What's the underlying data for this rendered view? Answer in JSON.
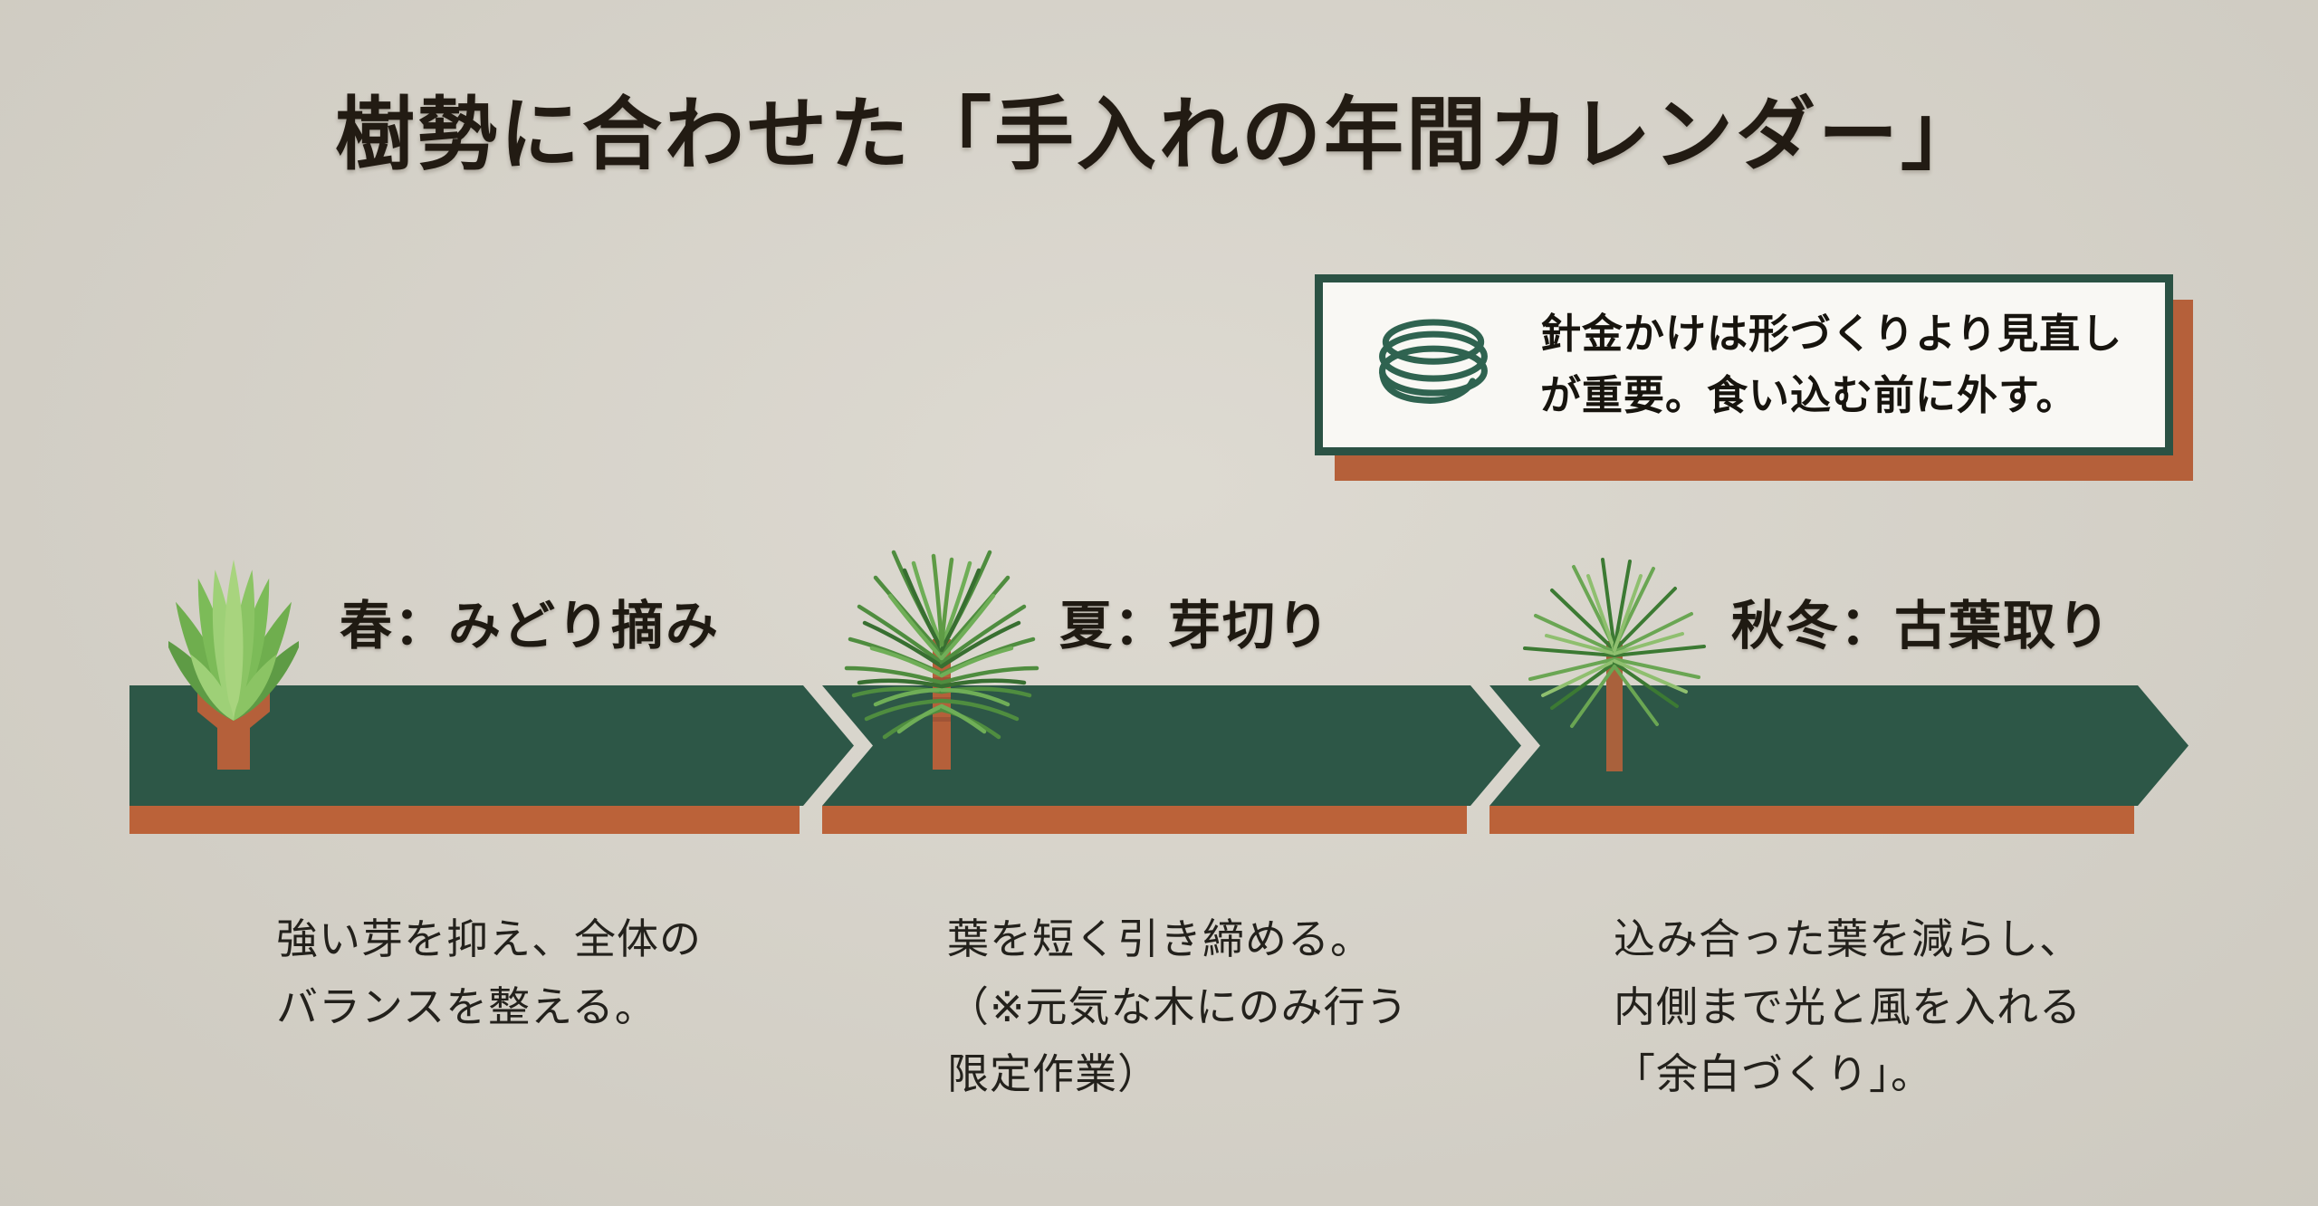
{
  "title": "樹勢に合わせた「手入れの年間カレンダー」",
  "callout": {
    "icon": "wire-coil-icon",
    "text": "針金かけは形づくりより見直し\nが重要。食い込む前に外す。"
  },
  "timeline": {
    "stages": [
      {
        "season_label": "春：みどり摘み",
        "icon": "spring-green-bud-icon",
        "description": "強い芽を抑え、全体の\nバランスを整える。"
      },
      {
        "season_label": "夏：芽切り",
        "icon": "summer-dense-pine-icon",
        "description": "葉を短く引き締める。\n（※元気な木にのみ行う\n限定作業）"
      },
      {
        "season_label": "秋冬：古葉取り",
        "icon": "autumn-winter-sparse-pine-icon",
        "description": "込み合った葉を減らし、\n内側まで光と風を入れる\n「余白づくり」。"
      }
    ]
  },
  "colors": {
    "background": "#d8d4ca",
    "bar_green": "#2d5747",
    "earth_rust": "#bb6239",
    "card_background": "#f9f8f4",
    "card_border_green": "#2b5244",
    "coil_green": "#2f6350",
    "ink": "#221b13"
  }
}
